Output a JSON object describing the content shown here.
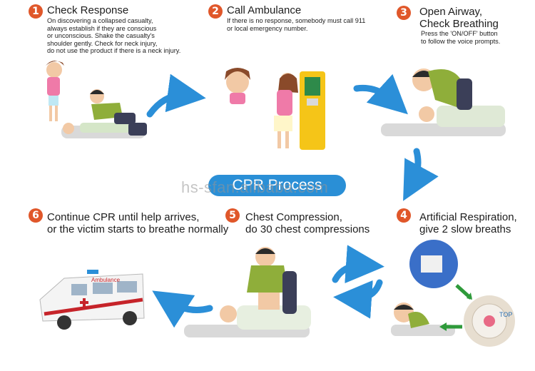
{
  "banner": "CPR Process",
  "watermark": "hs-sfan.alibaba.com",
  "steps": [
    {
      "num": "1",
      "title": "Check Response",
      "desc": "On discovering a collapsed casualty,\nalways establish if they are conscious\nor unconscious. Shake the casualty's\nshoulder gently. Check for neck injury,\ndo not use the product if there is a neck injury."
    },
    {
      "num": "2",
      "title": "Call Ambulance",
      "desc": "If there is no response, somebody must call 911\nor local emergency number."
    },
    {
      "num": "3",
      "title": "Open Airway,\nCheck Breathing",
      "desc": "Press the 'ON/OFF' button\nto follow the voice prompts."
    },
    {
      "num": "4",
      "title": "Artificial Respiration,\ngive 2 slow breaths",
      "desc": ""
    },
    {
      "num": "5",
      "title": "Chest Compression,\ndo 30 chest compressions",
      "desc": ""
    },
    {
      "num": "6",
      "title": "Continue CPR until help arrives,\nor the victim starts to breathe normally",
      "desc": ""
    }
  ],
  "ambulance_label": "Ambulance",
  "mask_label": "TOP",
  "colors": {
    "badge": "#e0572a",
    "banner": "#2a8fd6",
    "arrow": "#2b8fd8",
    "green_arrow": "#2e9a3a"
  }
}
